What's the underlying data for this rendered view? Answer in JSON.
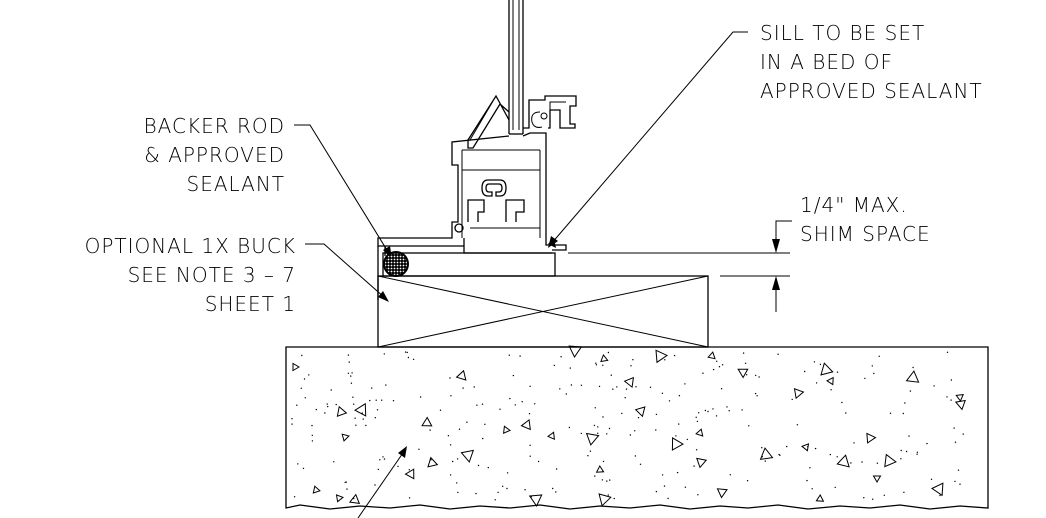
{
  "notes": {
    "sill": [
      "SILL TO BE SET",
      "IN A BED OF",
      "APPROVED SEALANT"
    ],
    "backer": [
      "BACKER ROD",
      "& APPROVED",
      "SEALANT"
    ],
    "buck": [
      "OPTIONAL 1X BUCK",
      "SEE NOTE 3 – 7",
      "SHEET 1"
    ],
    "shim": [
      "1/4\" MAX.",
      "SHIM SPACE"
    ]
  },
  "symbols": {
    "backer_rod": "backer-rod-circle",
    "wood_buck": "cross-braced-rectangle",
    "concrete": "stippled-aggregate-hatch",
    "arrows": "leader-arrowheads"
  }
}
